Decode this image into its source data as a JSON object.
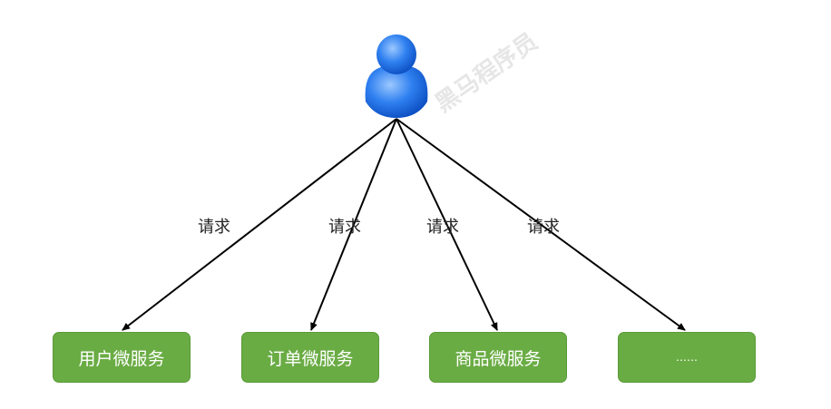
{
  "user": {
    "icon": "user-icon"
  },
  "edges": [
    {
      "label": "请求"
    },
    {
      "label": "请求"
    },
    {
      "label": "请求"
    },
    {
      "label": "请求"
    }
  ],
  "services": [
    {
      "label": "用户微服务"
    },
    {
      "label": "订单微服务"
    },
    {
      "label": "商品微服务"
    },
    {
      "label": "……"
    }
  ],
  "colors": {
    "box": "#6aac44",
    "user": "#1e6fe0"
  }
}
